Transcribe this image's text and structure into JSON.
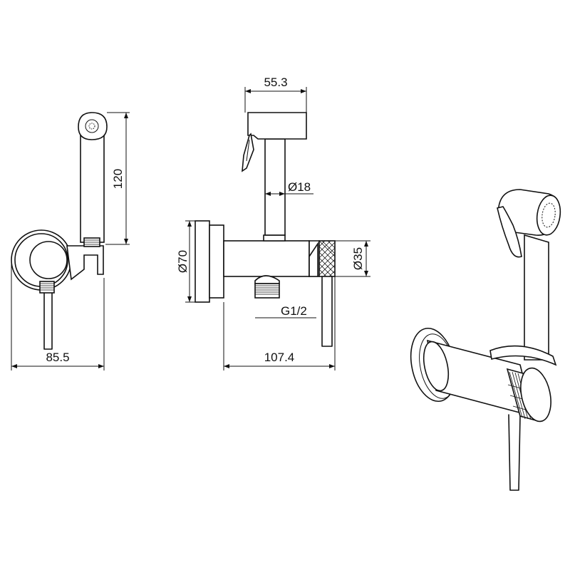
{
  "dimensions": {
    "overall_width_side": "85.5",
    "handset_height": "120",
    "handset_width": "55.3",
    "hose_diameter": "Ø18",
    "flange_diameter": "Ø70",
    "knob_diameter": "Ø35",
    "inlet_thread": "G1/2",
    "overall_width_front": "107.4"
  },
  "colors": {
    "line": "#111111",
    "background": "#ffffff"
  }
}
